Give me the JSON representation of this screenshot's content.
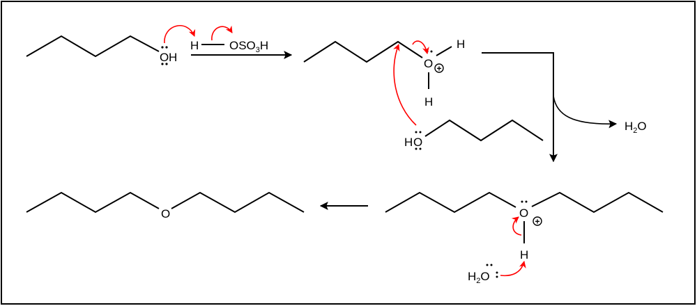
{
  "colors": {
    "bond": "#000000",
    "electron_arrow": "#ff0000"
  },
  "step1": {
    "alcohol": {
      "O": "O",
      "H": "H"
    },
    "acid": {
      "H": "H",
      "O": "OSO",
      "sub": "3",
      "H2": "H"
    }
  },
  "step2": {
    "oxonium": {
      "O": "O",
      "H_top": "H",
      "H_bottom": "H",
      "charge": "+"
    },
    "nucleophile": {
      "H": "H",
      "O": "O"
    },
    "leaving": {
      "H": "H",
      "sub": "2",
      "O": "O"
    }
  },
  "step3": {
    "oxonium": {
      "O": "O",
      "H": "H",
      "charge": "+"
    },
    "base": {
      "H": "H",
      "sub": "2",
      "O": "O"
    }
  },
  "product": {
    "O": "O"
  }
}
